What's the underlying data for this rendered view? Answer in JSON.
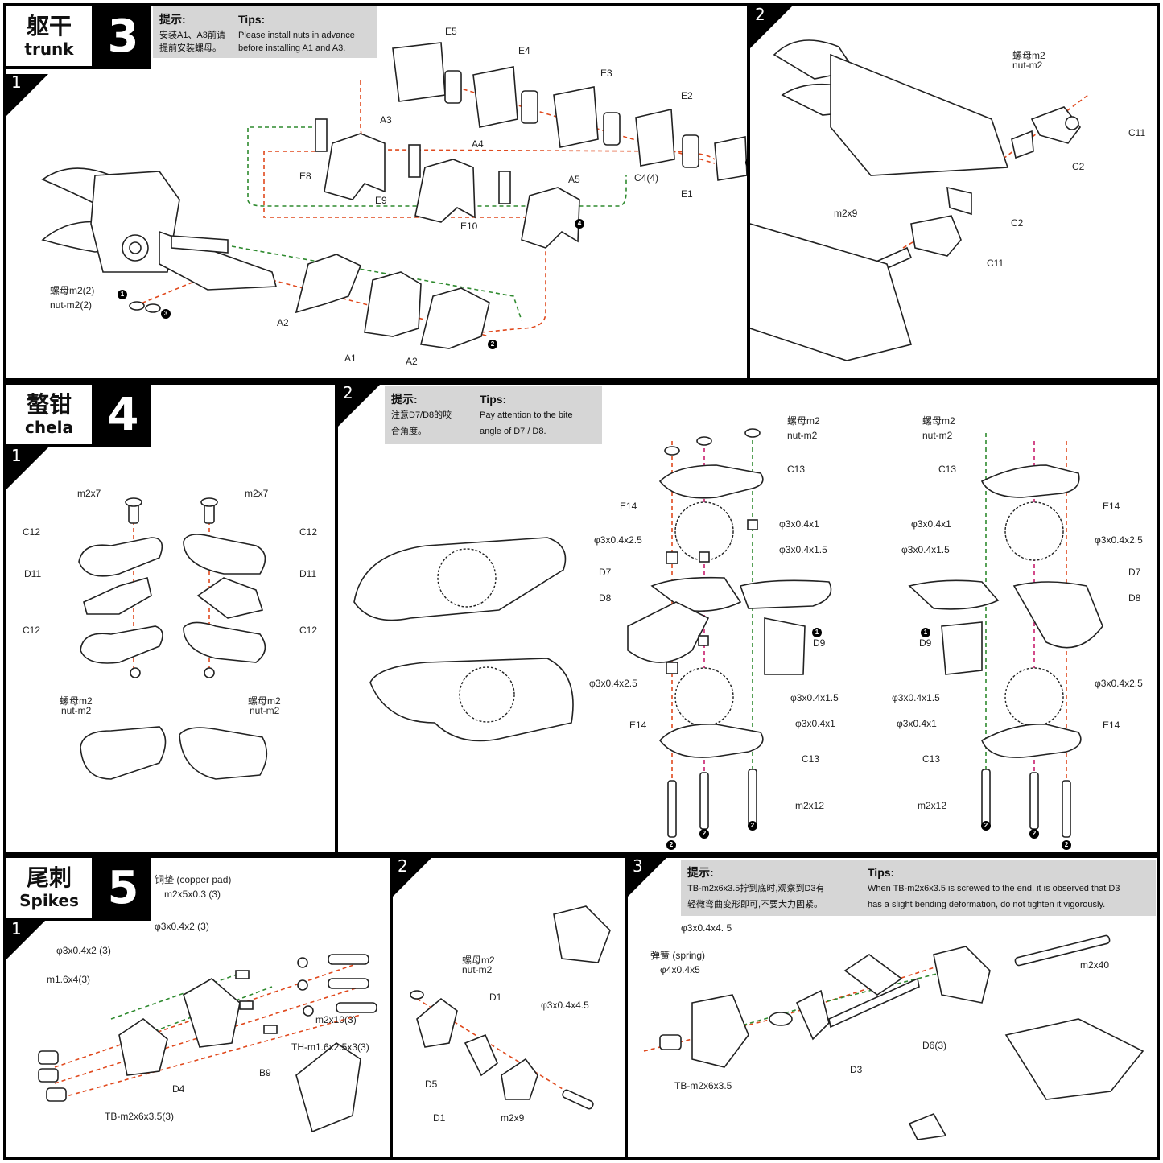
{
  "sections": {
    "trunk": {
      "zh": "躯干",
      "en": "trunk",
      "num": "3"
    },
    "chela": {
      "zh": "螯钳",
      "en": "chela",
      "num": "4"
    },
    "spikes": {
      "zh": "尾刺",
      "en": "Spikes",
      "num": "5"
    }
  },
  "steps": {
    "s1": "1",
    "s2": "2",
    "s3": "3"
  },
  "tips": {
    "trunk": {
      "zh_head": "提示:",
      "zh_text1": "安装A1、A3前请",
      "zh_text2": "提前安装螺母。",
      "en_head": "Tips:",
      "en_text1": "Please install nuts in advance",
      "en_text2": "before installing A1 and A3."
    },
    "chela": {
      "zh_head": "提示:",
      "zh_text1": "注意D7/D8的咬",
      "zh_text2": "合角度。",
      "en_head": "Tips:",
      "en_text1": "Pay attention to the bite",
      "en_text2": "angle of D7 / D8."
    },
    "spikes": {
      "zh_head": "提示:",
      "zh_text1": "TB-m2x6x3.5拧到底时,观察到D3有",
      "zh_text2": "轻微弯曲变形即可,不要大力固紧。",
      "en_head": "Tips:",
      "en_text1": "When TB-m2x6x3.5 is screwed to the end, it is observed that D3",
      "en_text2": "has a slight bending deformation, do not tighten it vigorously."
    }
  },
  "labels": {
    "trunk1": [
      "E5",
      "E4",
      "E3",
      "E2",
      "C4(4)",
      "E1",
      "A3",
      "A4",
      "A5",
      "E8",
      "E9",
      "E10",
      "A2",
      "A1",
      "A2",
      "螺母m2(2)",
      "nut-m2(2)"
    ],
    "trunk2": [
      "螺母m2",
      "nut-m2",
      "C11",
      "C2",
      "C2",
      "m2x9",
      "C11"
    ],
    "chela1": [
      "m2x7",
      "m2x7",
      "C12",
      "C12",
      "D11",
      "D11",
      "C12",
      "C12",
      "螺母m2",
      "nut-m2",
      "螺母m2",
      "nut-m2"
    ],
    "chela2": [
      "螺母m2",
      "nut-m2",
      "C13",
      "E14",
      "φ3x0.4x1",
      "φ3x0.4x2.5",
      "φ3x0.4x1.5",
      "D7",
      "D8",
      "D9",
      "φ3x0.4x2.5",
      "φ3x0.4x1.5",
      "E14",
      "φ3x0.4x1",
      "C13",
      "m2x12",
      "螺母m2",
      "nut-m2",
      "C13",
      "E14",
      "φ3x0.4x1",
      "φ3x0.4x2.5",
      "φ3x0.4x1.5",
      "D7",
      "D8",
      "D9",
      "φ3x0.4x1.5",
      "φ3x0.4x2.5",
      "φ3x0.4x1",
      "E14",
      "C13",
      "m2x12"
    ],
    "spikes1": [
      "铜垫 (copper pad)",
      "m2x5x0.3 (3)",
      "φ3x0.4x2 (3)",
      "φ3x0.4x2 (3)",
      "m1.6x4(3)",
      "m2x10(3)",
      "TH-m1.6x2.5x3(3)",
      "B9",
      "D4",
      "TB-m2x6x3.5(3)"
    ],
    "spikes2": [
      "螺母m2",
      "nut-m2",
      "D1",
      "φ3x0.4x4.5",
      "D5",
      "D1",
      "m2x9"
    ],
    "spikes3": [
      "φ3x0.4x4. 5",
      "弹簧 (spring)",
      "φ4x0.4x5",
      "m2x40",
      "D6(3)",
      "D3",
      "TB-m2x6x3.5"
    ]
  },
  "markers": {
    "m1": "1",
    "m2": "2",
    "m3": "3",
    "m4": "4",
    "m5": "5"
  },
  "colors": {
    "accent_red": "#e0491d",
    "accent_green": "#2f8a2f",
    "accent_magenta": "#c81e6e",
    "tips_bg": "#d6d6d6"
  }
}
